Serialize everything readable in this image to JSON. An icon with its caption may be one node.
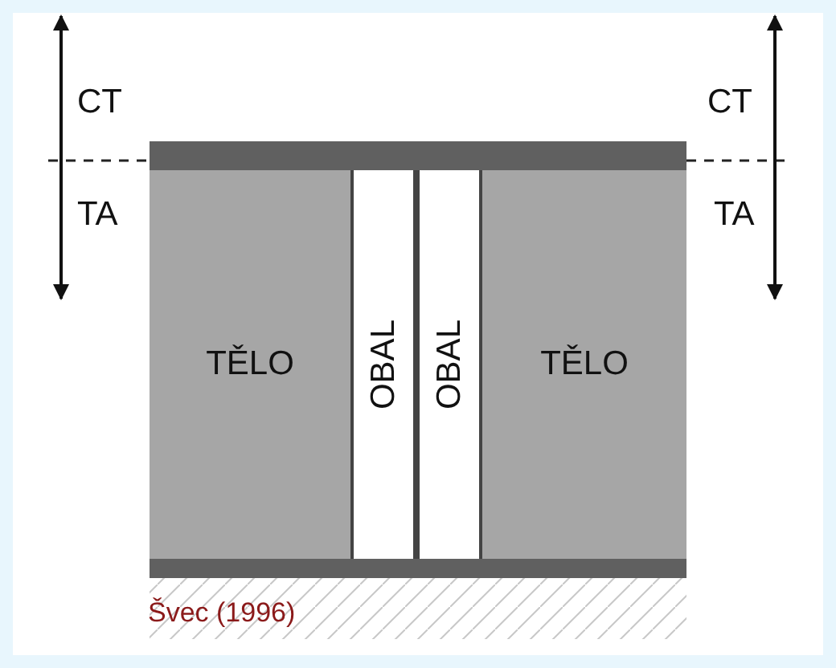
{
  "diagram": {
    "caption": "Švec (1996)",
    "nodes": [
      {
        "text": [
          "TĚLO"
        ]
      },
      {
        "text": [
          "OBAL"
        ]
      },
      {
        "text": [
          "OBAL"
        ]
      },
      {
        "text": [
          "TĚLO"
        ]
      }
    ],
    "edges": [],
    "labels": [
      "CT",
      "CT",
      "TA",
      "TA"
    ]
  }
}
